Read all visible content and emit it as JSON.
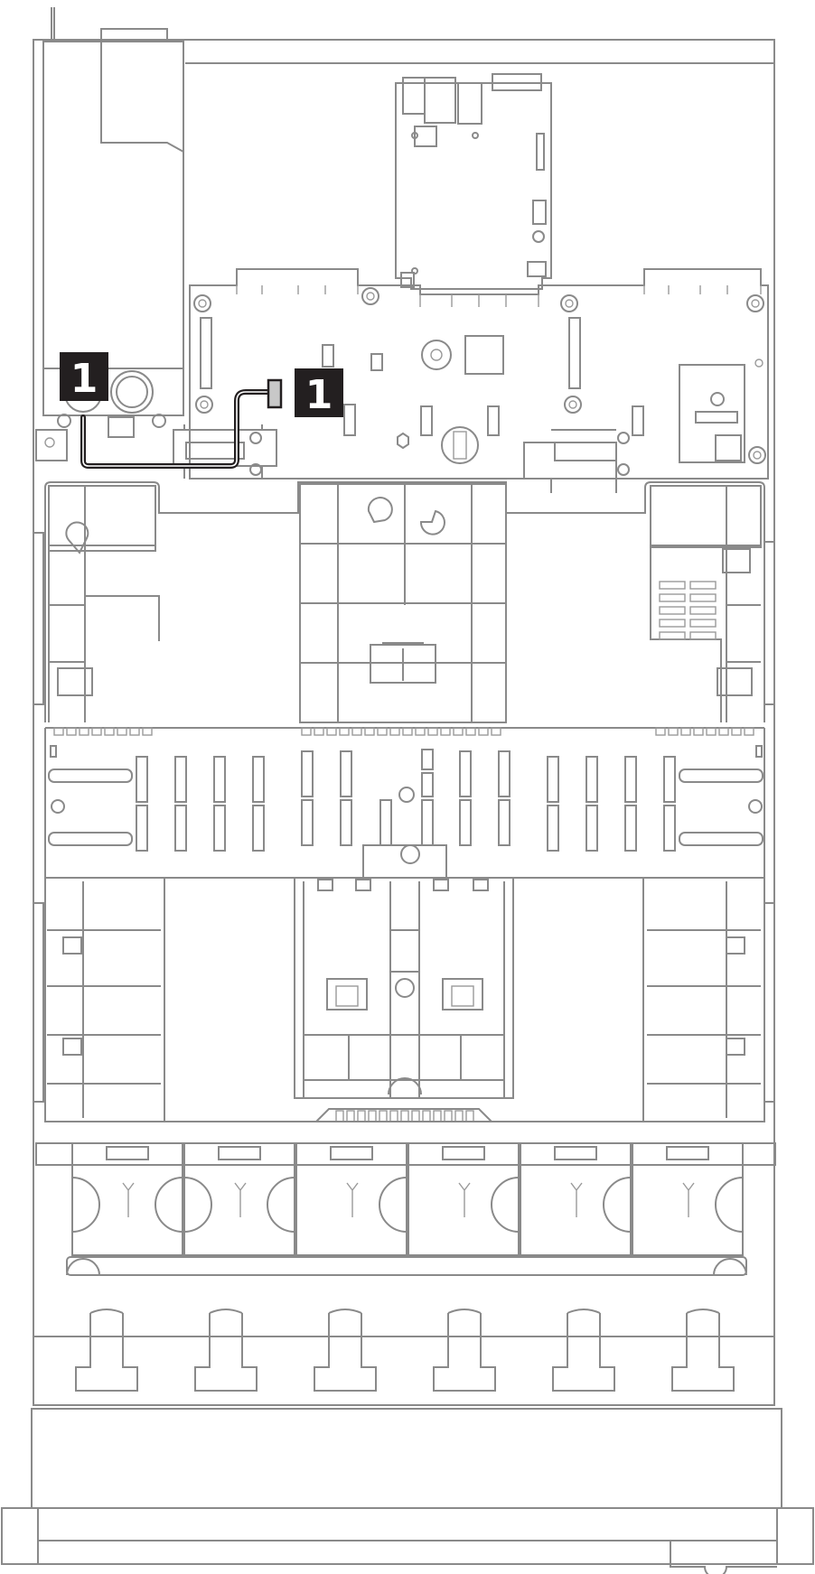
{
  "diagram": {
    "callouts": [
      {
        "id": "callout-1-left",
        "label": "1"
      },
      {
        "id": "callout-1-right",
        "label": "1"
      }
    ],
    "colors": {
      "outline": "#8a8a8a",
      "cable": "#231f20",
      "callout_bg": "#231f20",
      "callout_text": "#ffffff"
    }
  }
}
